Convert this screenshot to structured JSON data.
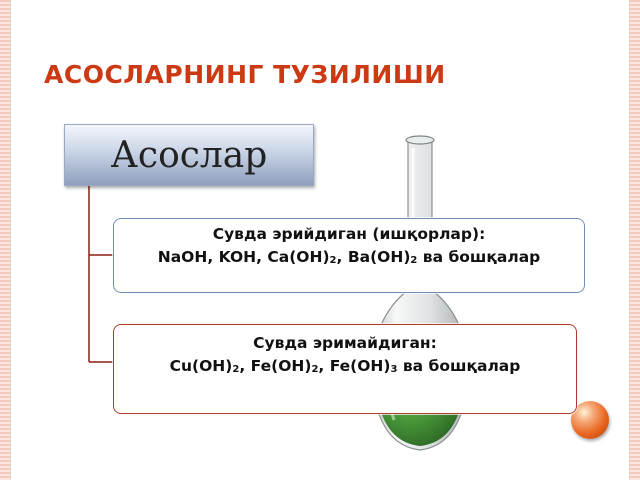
{
  "slide": {
    "title": "АСОСЛАРНИНГ ТУЗИЛИШИ"
  },
  "diagram": {
    "root": "Асослар",
    "children": [
      {
        "heading": "Сувда эрийдиган (ишқорлар):",
        "formulas": [
          {
            "base": "NaOH",
            "sub": ""
          },
          {
            "base": "KOH",
            "sub": ""
          },
          {
            "base": "Ca(OH)",
            "sub": "2"
          },
          {
            "base": "Ba(OH)",
            "sub": "2"
          }
        ],
        "tail": "ва бошқалар"
      },
      {
        "heading": "Сувда эримайдиган:",
        "formulas": [
          {
            "base": "Cu(OH)",
            "sub": "2"
          },
          {
            "base": "Fe(OH)",
            "sub": "2"
          },
          {
            "base": "Fe(OH)",
            "sub": "3"
          }
        ],
        "tail": "ва бошқалар"
      }
    ]
  },
  "colors": {
    "title": "#cc3a14",
    "connector": "#8b1e14",
    "child1_border": "#6f8fb9",
    "child2_border": "#b03a2a",
    "liquid": "#3f9a2e",
    "orb": "#e8651f"
  },
  "icons": {
    "decor_image": "test-tube-flask-icon",
    "corner_ornament": "orange-orb-icon"
  }
}
